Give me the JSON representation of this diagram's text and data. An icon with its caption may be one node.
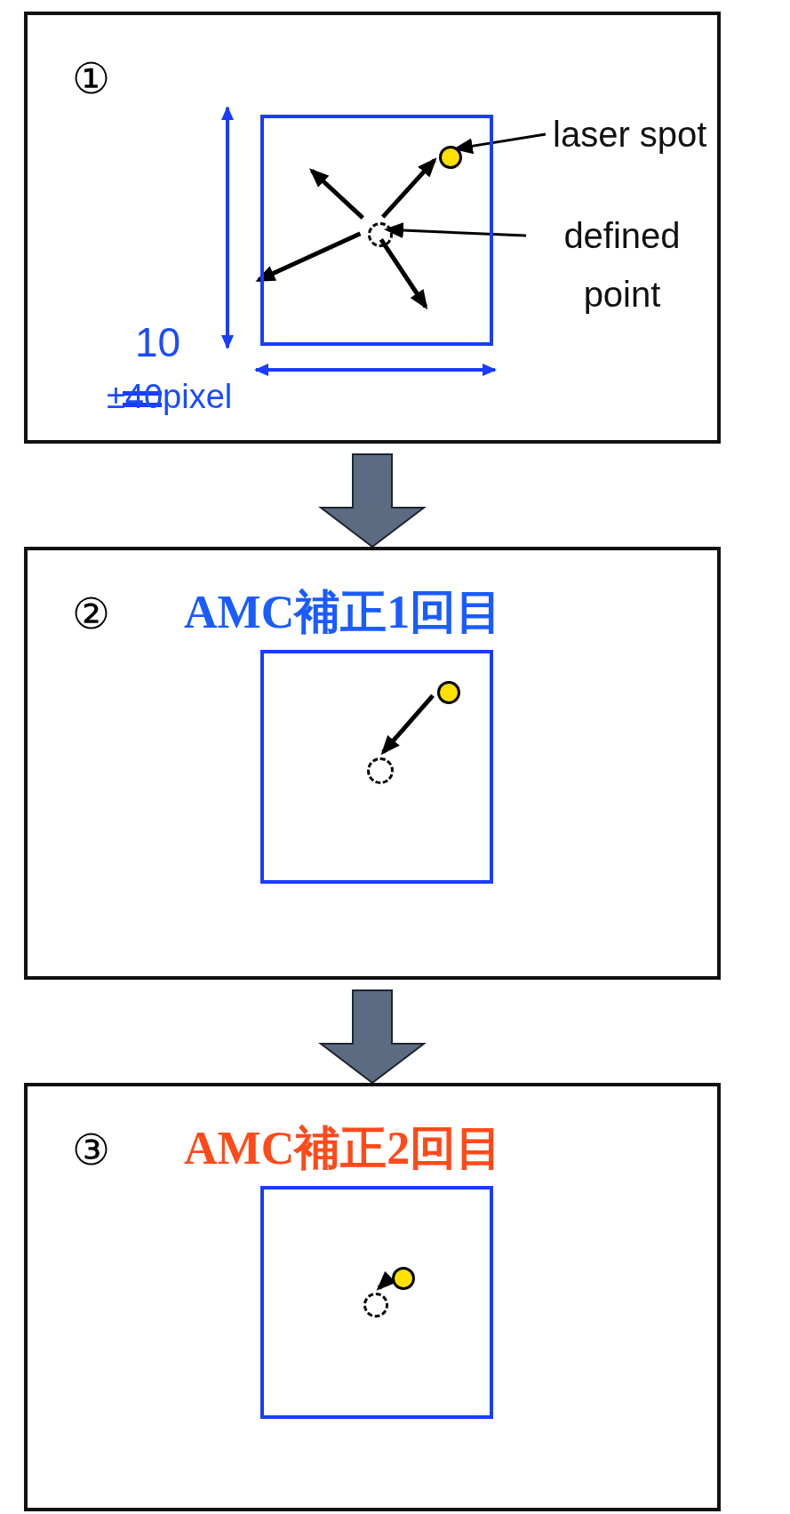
{
  "diagram": {
    "nodes": [
      {
        "text": [
          "①"
        ]
      },
      {
        "text": [],
        "shape": "box",
        "in": 0
      },
      {
        "text": [],
        "shape": "circle",
        "in": 1
      },
      {
        "text": [],
        "shape": "circle",
        "in": 1
      },
      {
        "text": [
          "laser spot"
        ],
        "in": 0
      },
      {
        "text": [
          "defined point"
        ],
        "in": 0
      },
      {
        "text": [
          "②",
          "AMC補正1回目"
        ]
      },
      {
        "text": [],
        "shape": "box",
        "in": 6
      },
      {
        "text": [],
        "shape": "circle",
        "in": 7
      },
      {
        "text": [],
        "shape": "circle",
        "in": 7
      },
      {
        "text": [
          "③",
          "AMC補正2回目"
        ]
      },
      {
        "text": [],
        "shape": "box",
        "in": 10
      },
      {
        "text": [],
        "shape": "circle",
        "in": 11
      },
      {
        "text": [],
        "shape": "circle",
        "in": 11
      }
    ],
    "edges": [
      {
        "from": 4,
        "to": 2,
        "arrow": "to"
      },
      {
        "from": 5,
        "to": 3,
        "arrow": "to"
      },
      {
        "from": 3,
        "to": 2,
        "arrow": "to"
      },
      {
        "from": 3,
        "to": null,
        "arrow": "to"
      },
      {
        "from": 3,
        "to": null,
        "arrow": "to"
      },
      {
        "from": 3,
        "to": null,
        "arrow": "to"
      },
      {
        "from": 0,
        "to": 6,
        "arrow": "to",
        "style": "thick",
        "color": "#5b6b82"
      },
      {
        "from": 8,
        "to": 9,
        "arrow": "to"
      },
      {
        "from": 6,
        "to": 10,
        "arrow": "to",
        "style": "thick",
        "color": "#5b6b82"
      },
      {
        "from": 12,
        "to": 13,
        "arrow": "to"
      }
    ],
    "labels": [
      "10",
      "±40pixel"
    ]
  }
}
